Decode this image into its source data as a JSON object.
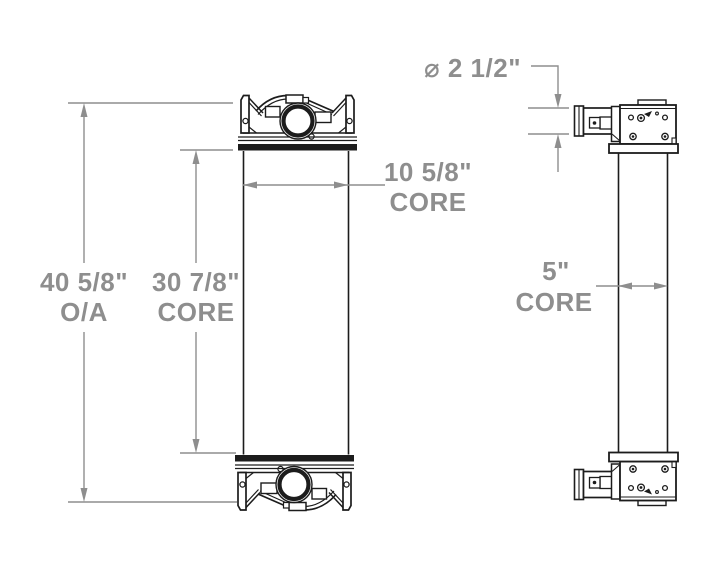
{
  "dims": {
    "overall_height": {
      "value": "40 5/8\"",
      "qualifier": "O/A"
    },
    "core_height": {
      "value": "30 7/8\"",
      "qualifier": "CORE"
    },
    "core_width": {
      "value": "10 5/8\"",
      "qualifier": "CORE"
    },
    "core_depth": {
      "value": "5\"",
      "qualifier": "CORE"
    },
    "port_diameter": {
      "value": "⌀ 2 1/2\""
    }
  },
  "colors": {
    "drawing_line": "#1c1c1c",
    "dimension": "#8e8e8e",
    "background": "#ffffff"
  }
}
